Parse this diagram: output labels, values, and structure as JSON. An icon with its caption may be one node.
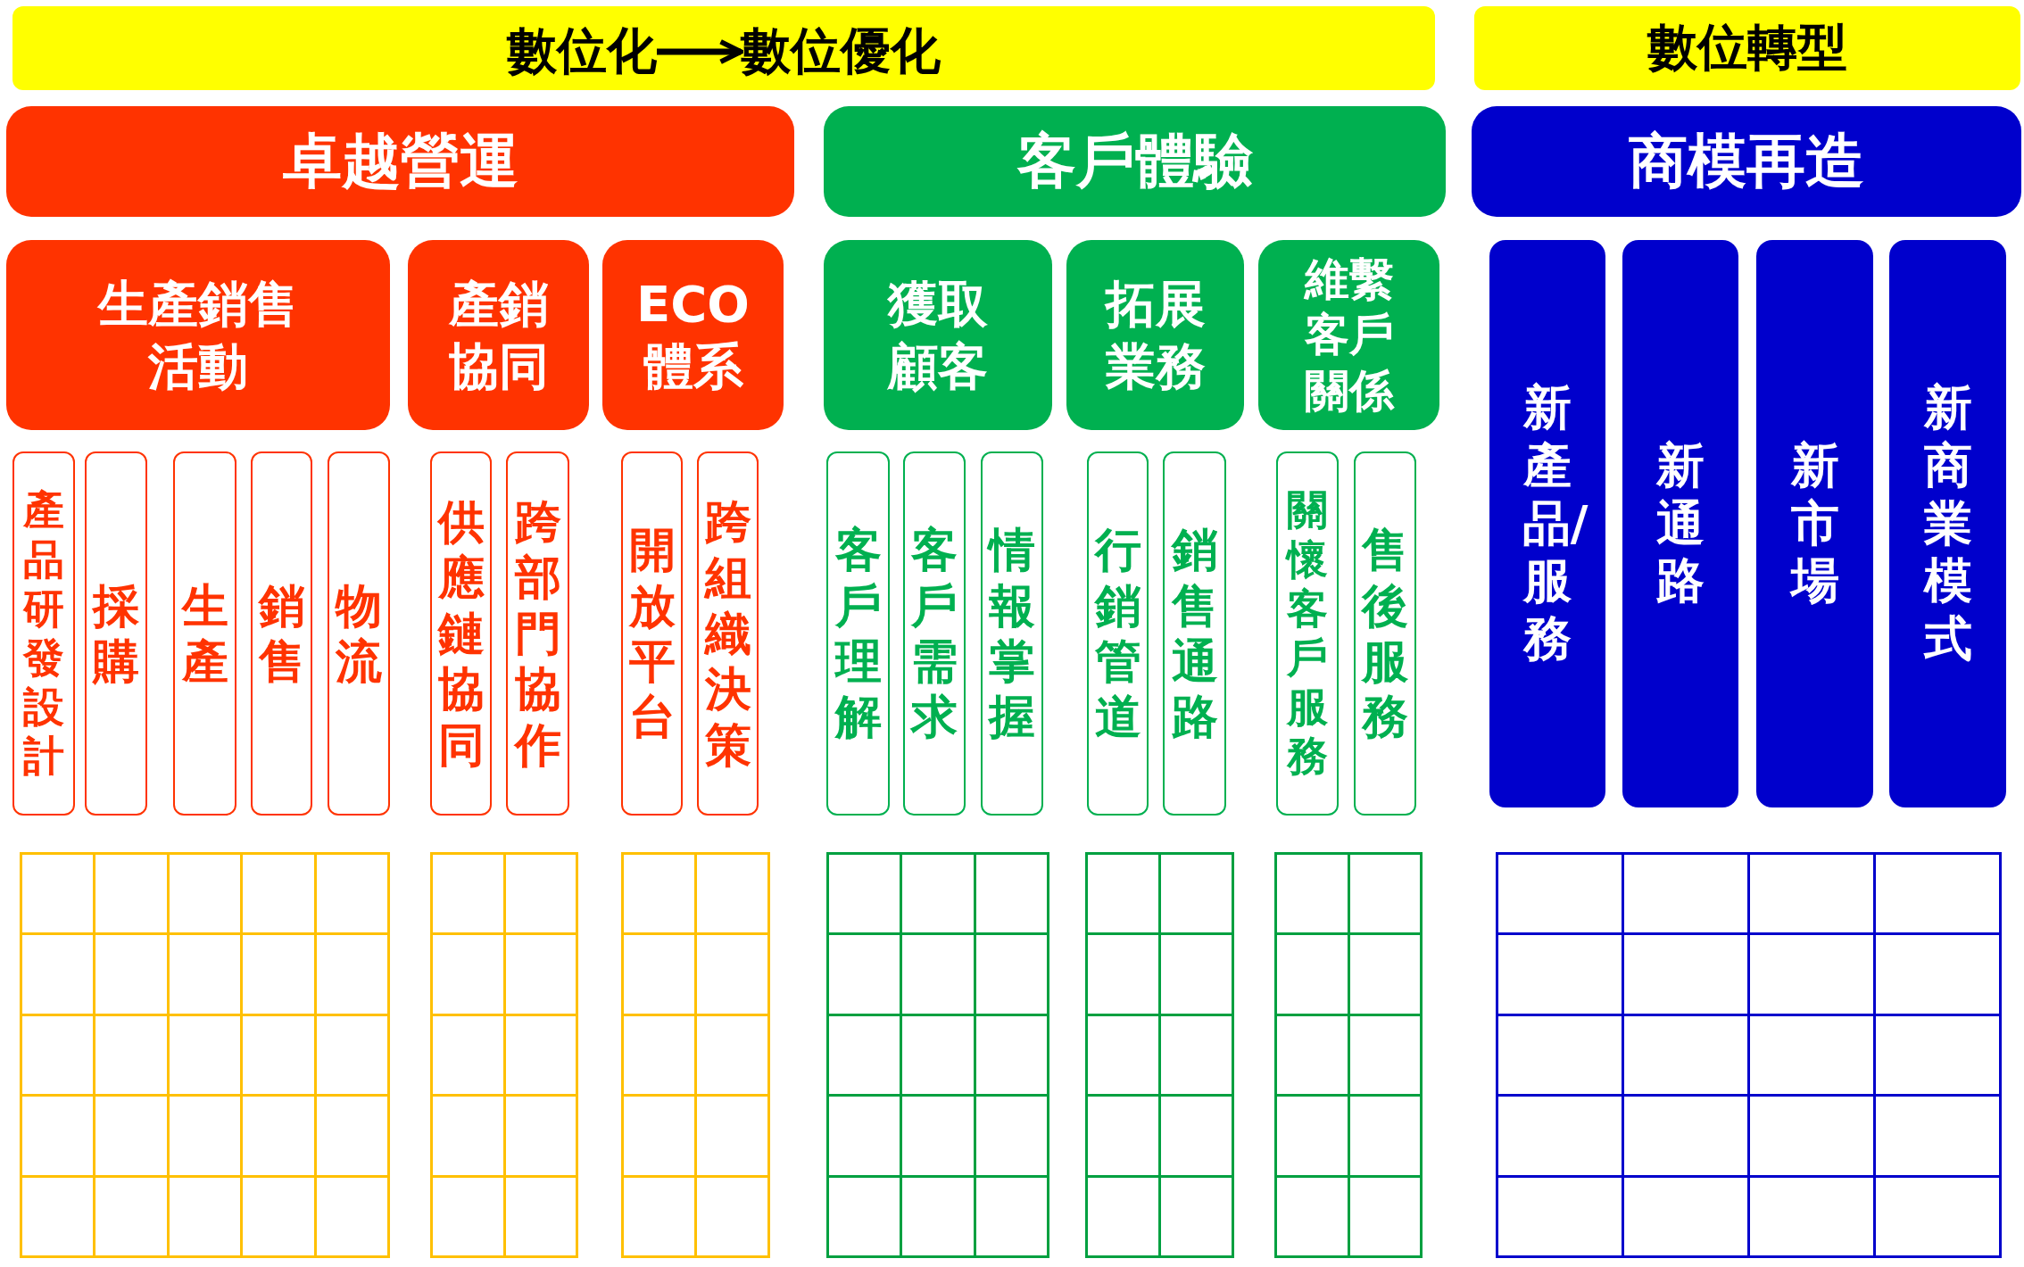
{
  "diagram": {
    "nodes": [
      {
        "text": [
          "數位化"
        ]
      },
      {
        "text": [
          "數位優化"
        ]
      },
      {
        "text": [
          "數位轉型"
        ]
      },
      {
        "text": [
          "卓越營運"
        ]
      },
      {
        "text": [
          "客戶體驗"
        ]
      },
      {
        "text": [
          "商模再造"
        ]
      },
      {
        "text": [
          "生產銷售活動"
        ]
      },
      {
        "text": [
          "產銷協同"
        ]
      },
      {
        "text": [
          "ECO體系"
        ]
      },
      {
        "text": [
          "獲取顧客"
        ]
      },
      {
        "text": [
          "拓展業務"
        ]
      },
      {
        "text": [
          "維繫客戶關係"
        ]
      },
      {
        "text": [
          "新產品/服務"
        ]
      },
      {
        "text": [
          "新通路"
        ]
      },
      {
        "text": [
          "新市場"
        ]
      },
      {
        "text": [
          "新商業模式"
        ]
      },
      {
        "text": [
          "產品研發設計"
        ]
      },
      {
        "text": [
          "採購"
        ]
      },
      {
        "text": [
          "生產"
        ]
      },
      {
        "text": [
          "銷售"
        ]
      },
      {
        "text": [
          "物流"
        ]
      },
      {
        "text": [
          "供應鏈協同"
        ]
      },
      {
        "text": [
          "跨部門協作"
        ]
      },
      {
        "text": [
          "開放平台"
        ]
      },
      {
        "text": [
          "跨組織決策"
        ]
      },
      {
        "text": [
          "客戶理解"
        ]
      },
      {
        "text": [
          "客戶需求"
        ]
      },
      {
        "text": [
          "情報掌握"
        ]
      },
      {
        "text": [
          "行銷管道"
        ]
      },
      {
        "text": [
          "銷售通路"
        ]
      },
      {
        "text": [
          "關懷客戶服務"
        ]
      },
      {
        "text": [
          "售後服務"
        ]
      }
    ],
    "edges": [
      {
        "from": 0,
        "to": 1,
        "arrow": "to"
      }
    ]
  }
}
